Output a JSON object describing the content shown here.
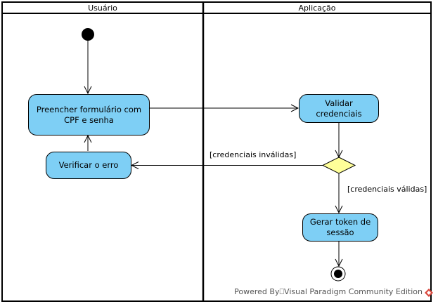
{
  "lanes": [
    {
      "title": "Usuário"
    },
    {
      "title": "Aplicação"
    }
  ],
  "nodes": {
    "fill_form": "Preencher formulário com\nCPF e senha",
    "check_error": "Verificar o erro",
    "validate": "Validar\ncredenciais",
    "gen_token": "Gerar token de\nsessão"
  },
  "guards": {
    "invalid": "[credenciais inválidas]",
    "valid": "[credenciais válidas]"
  },
  "watermark": "Powered By⎕Visual Paradigm Community Edition",
  "colors": {
    "action_fill": "#7ecff5",
    "decision_fill": "#ffff99",
    "border": "#000000"
  }
}
